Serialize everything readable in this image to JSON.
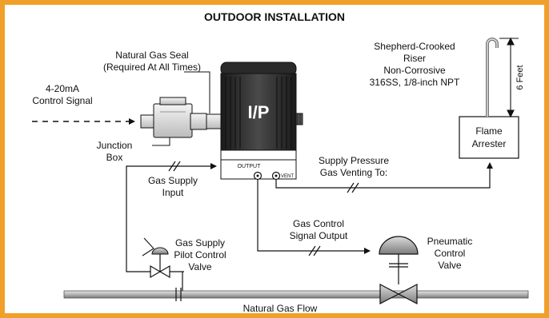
{
  "title": "OUTDOOR INSTALLATION",
  "device": {
    "label": "I/P",
    "output_port": "OUTPUT",
    "vent_port": "VENT"
  },
  "labels": {
    "natural_gas_seal_1": "Natural Gas Seal",
    "natural_gas_seal_2": "(Required At All Times)",
    "control_signal_1": "4-20mA",
    "control_signal_2": "Control Signal",
    "junction_box_1": "Junction",
    "junction_box_2": "Box",
    "gas_supply_input_1": "Gas Supply",
    "gas_supply_input_2": "Input",
    "pilot_valve_1": "Gas Supply",
    "pilot_valve_2": "Pilot Control",
    "pilot_valve_3": "Valve",
    "riser_1": "Shepherd-Crooked",
    "riser_2": "Riser",
    "riser_3": "Non-Corrosive",
    "riser_4": "316SS, 1/8-inch NPT",
    "riser_height": "6 Feet",
    "flame_arrester_1": "Flame",
    "flame_arrester_2": "Arrester",
    "supply_pressure_1": "Supply Pressure",
    "supply_pressure_2": "Gas Venting To:",
    "gas_control_1": "Gas Control",
    "gas_control_2": "Signal Output",
    "pneumatic_valve_1": "Pneumatic",
    "pneumatic_valve_2": "Control",
    "pneumatic_valve_3": "Valve",
    "pipe_flow": "Natural Gas Flow"
  },
  "colors": {
    "frame": "#f0a028",
    "line": "#111111",
    "device_body": "#3c3c3c",
    "device_dark": "#1e1e1e",
    "grey": "#8c8c8c",
    "pipe": "#a8a8a8"
  }
}
